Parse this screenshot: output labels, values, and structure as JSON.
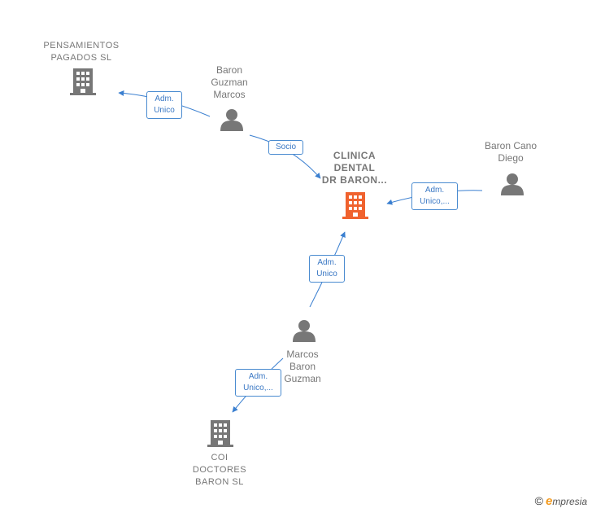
{
  "colors": {
    "edge": "#3a7fd0",
    "icon_gray": "#777777",
    "focus": "#f0622e",
    "brand_orange": "#f39a1e"
  },
  "nodes": {
    "pensamientos": {
      "label": "PENSAMIENTOS\nPAGADOS  SL",
      "icon": "building-icon"
    },
    "baron_guzman_marcos": {
      "label": "Baron\nGuzman\nMarcos",
      "icon": "person-icon"
    },
    "clinica": {
      "label": "CLINICA\nDENTAL\nDR BARON...",
      "icon": "building-icon"
    },
    "baron_cano": {
      "label": "Baron Cano\nDiego",
      "icon": "person-icon"
    },
    "marcos_baron_guzman": {
      "label": "Marcos\nBaron\nGuzman",
      "icon": "person-icon"
    },
    "coi": {
      "label": "COI\nDOCTORES\nBARON  SL",
      "icon": "building-icon"
    }
  },
  "edges": {
    "e1": {
      "label": "Adm.\nUnico"
    },
    "e2": {
      "label": "Socio"
    },
    "e3": {
      "label": "Adm.\nUnico,..."
    },
    "e4": {
      "label": "Adm.\nUnico"
    },
    "e5": {
      "label": "Adm.\nUnico,..."
    }
  },
  "footer": {
    "copyright": "©",
    "brand_initial": "e",
    "brand_rest": "mpresia"
  }
}
